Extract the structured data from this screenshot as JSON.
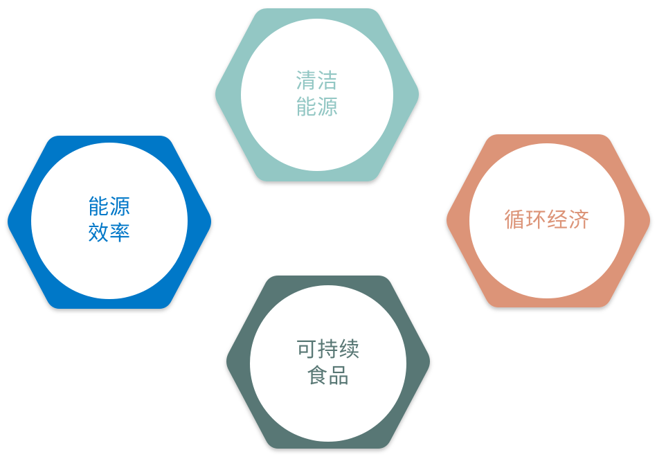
{
  "nodes": [
    {
      "id": "clean-energy",
      "text": "清洁\n能源",
      "color": "#93c7c4",
      "text_color": "#93c7c4"
    },
    {
      "id": "energy-efficiency",
      "text": "能源\n效率",
      "color": "#0378c8",
      "text_color": "#0378c8"
    },
    {
      "id": "circular-economy",
      "text": "循环经济",
      "color": "#dc9478",
      "text_color": "#dc9478"
    },
    {
      "id": "sustainable-food",
      "text": "可持续\n食品",
      "color": "#587774",
      "text_color": "#587774"
    }
  ]
}
